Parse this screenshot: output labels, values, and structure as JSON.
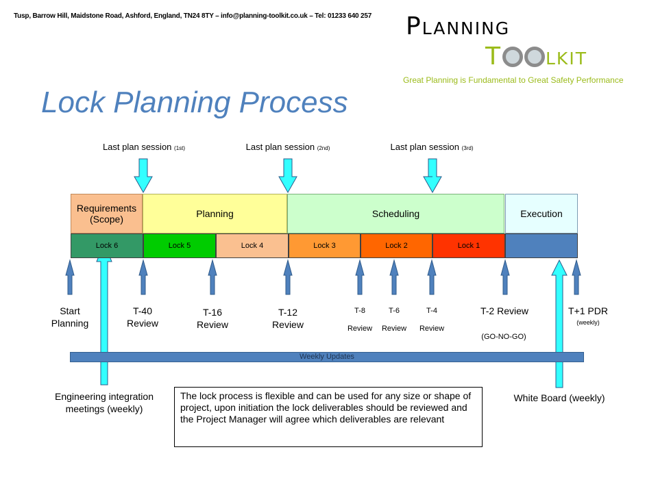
{
  "header": {
    "contact": "Tusp, Barrow Hill, Maidstone Road, Ashford, England, TN24 8TY – info@planning-toolkit.co.uk – Tel: 01233 640 257",
    "logo_line1": "Planning",
    "logo_line2_pre": "T",
    "logo_line2_post": "lkit",
    "tagline": "Great Planning is Fundamental to Great Safety Performance"
  },
  "title": "Lock Planning Process",
  "sessions": [
    {
      "main": "Last plan session",
      "sub": "(1st)"
    },
    {
      "main": "Last plan session",
      "sub": "(2nd)"
    },
    {
      "main": "Last plan session",
      "sub": "(3rd)"
    }
  ],
  "phases": {
    "requirements": "Requirements (Scope)",
    "planning": "Planning",
    "scheduling": "Scheduling",
    "execution": "Execution"
  },
  "locks": [
    "Lock 6",
    "Lock 5",
    "Lock 4",
    "Lock 3",
    "Lock 2",
    "Lock 1"
  ],
  "reviews": {
    "start": "Start Planning",
    "t40": "T-40 Review",
    "t16": "T-16 Review",
    "t12": "T-12 Review",
    "t8_top": "T-8",
    "t8_bottom": "Review",
    "t6_top": "T-6",
    "t6_bottom": "Review",
    "t4_top": "T-4",
    "t4_bottom": "Review",
    "t2": "T-2 Review",
    "t2_sub": "(GO-NO-GO)",
    "t1": "T+1 PDR",
    "t1_sub": "(weekly)"
  },
  "weekly_updates": "Weekly Updates",
  "engineering": "Engineering integration meetings (weekly)",
  "whiteboard": "White Board (weekly)",
  "note": "The lock process is flexible and can be used for any size or shape of project, upon initiation the lock deliverables should be reviewed and the Project Manager will agree which deliverables are relevant",
  "colors": {
    "requirements": "#fabf8f",
    "planning": "#ffff99",
    "scheduling": "#ccffcc",
    "execution": "#e6ffff",
    "lock6": "#339966",
    "lock5": "#00cc00",
    "lock4": "#fac090",
    "lock3": "#ff9933",
    "lock2": "#ff6600",
    "lock1": "#ff3300",
    "arrow_cyan": "#33ffff",
    "arrow_blue": "#4f81bd"
  }
}
